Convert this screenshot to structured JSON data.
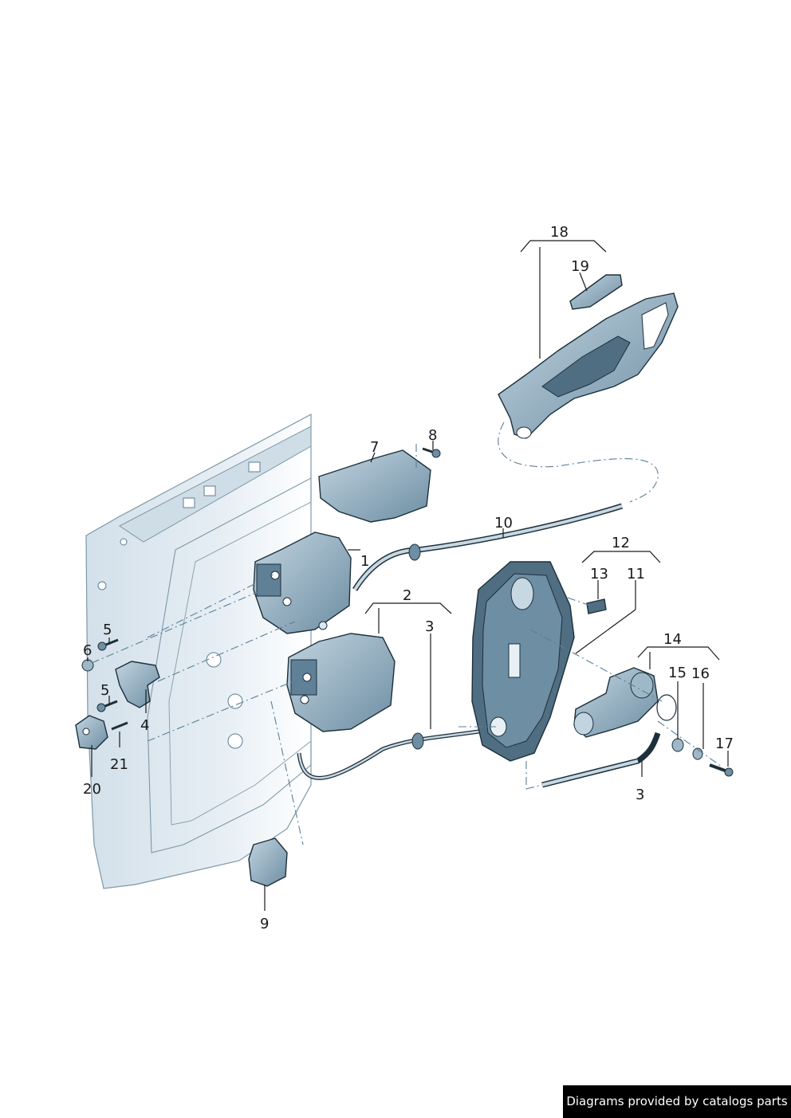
{
  "diagram": {
    "callouts": [
      "1",
      "2",
      "3",
      "3",
      "4",
      "5",
      "5",
      "6",
      "7",
      "8",
      "9",
      "10",
      "11",
      "12",
      "13",
      "14",
      "15",
      "16",
      "17",
      "18",
      "19",
      "20",
      "21"
    ],
    "colors": {
      "part_fill": "#9fb8c8",
      "part_dark": "#4f6e82",
      "door_fill": "#e4ecf2",
      "outline": "#1c2f3b",
      "leader": "#1a1a1a"
    }
  },
  "credit": {
    "text": "Diagrams provided by catalogs parts"
  }
}
